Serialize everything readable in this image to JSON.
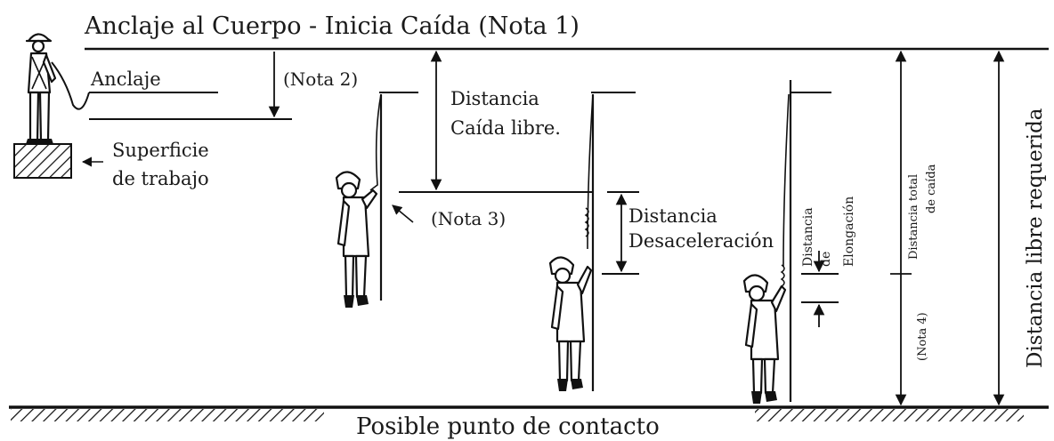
{
  "title": "Anclaje al Cuerpo - Inicia Caída (Nota 1)",
  "labels": {
    "anclaje": "Anclaje",
    "superficie_line1": "Superficie",
    "superficie_line2": "de trabajo",
    "nota2": "(Nota 2)",
    "nota3": "(Nota 3)",
    "nota4": "(Nota 4)",
    "caida_libre_line1": "Distancia",
    "caida_libre_line2": "Caída libre.",
    "desaceleracion_line1": "Distancia",
    "desaceleracion_line2": "Desaceleración",
    "elongacion_line1": "Distancia",
    "elongacion_line2": "de",
    "elongacion_line3": "Elongación",
    "total_line1": "Distancia total",
    "total_line2": "de caída",
    "libre_requerida": "Distancia libre requerida",
    "contacto": "Posible punto de contacto"
  },
  "colors": {
    "ink": "#111111",
    "background": "#ffffff"
  }
}
